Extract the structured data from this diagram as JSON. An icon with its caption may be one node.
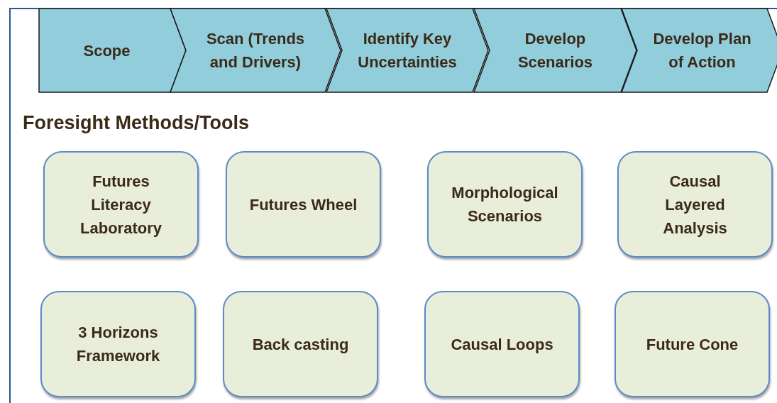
{
  "diagram": {
    "title": "Foresight Methods/Tools",
    "nodes": [
      {
        "text": [
          "Scope"
        ]
      },
      {
        "text": [
          "Scan (Trends and Drivers)"
        ]
      },
      {
        "text": [
          "Identify Key Uncertainties"
        ]
      },
      {
        "text": [
          "Develop Scenarios"
        ]
      },
      {
        "text": [
          "Develop Plan of Action"
        ]
      },
      {
        "text": [
          "Futures Literacy Laboratory"
        ]
      },
      {
        "text": [
          "Futures Wheel"
        ]
      },
      {
        "text": [
          "Morphological Scenarios"
        ]
      },
      {
        "text": [
          "Causal Layered Analysis"
        ]
      },
      {
        "text": [
          "3 Horizons Framework"
        ]
      },
      {
        "text": [
          "Back casting"
        ]
      },
      {
        "text": [
          "Causal Loops"
        ]
      },
      {
        "text": [
          "Future Cone"
        ]
      }
    ]
  }
}
